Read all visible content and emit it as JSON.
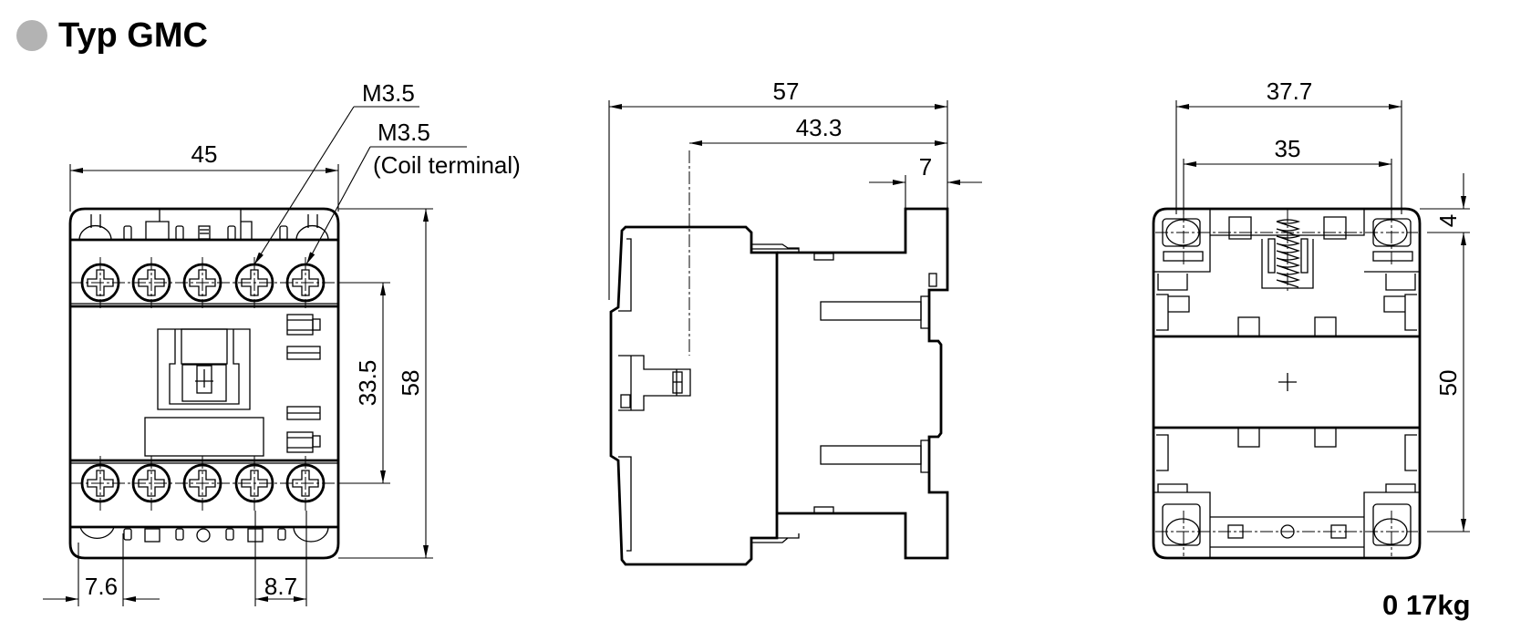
{
  "header": {
    "bullet_color": "#b3b3b3",
    "title": "Typ GMC"
  },
  "front_view": {
    "dimensions": {
      "width": "45",
      "height": "58",
      "terminal_pitch_vertical": "33.5",
      "left_offset": "7.6",
      "terminal_pitch_horizontal": "8.7"
    },
    "callouts": {
      "main_terminal": "M3.5",
      "coil_terminal_size": "M3.5",
      "coil_terminal_label": "(Coil terminal)"
    },
    "terminal_count_per_row": 5
  },
  "side_view": {
    "dimensions": {
      "depth_total": "57",
      "depth_partial": "43.3",
      "base_step": "7"
    }
  },
  "rear_view": {
    "dimensions": {
      "outer_width": "37.7",
      "mounting_hole_pitch_horizontal": "35",
      "hole_offset_top": "4",
      "mounting_hole_pitch_vertical": "50"
    }
  },
  "footer": {
    "weight": "0 17kg"
  }
}
